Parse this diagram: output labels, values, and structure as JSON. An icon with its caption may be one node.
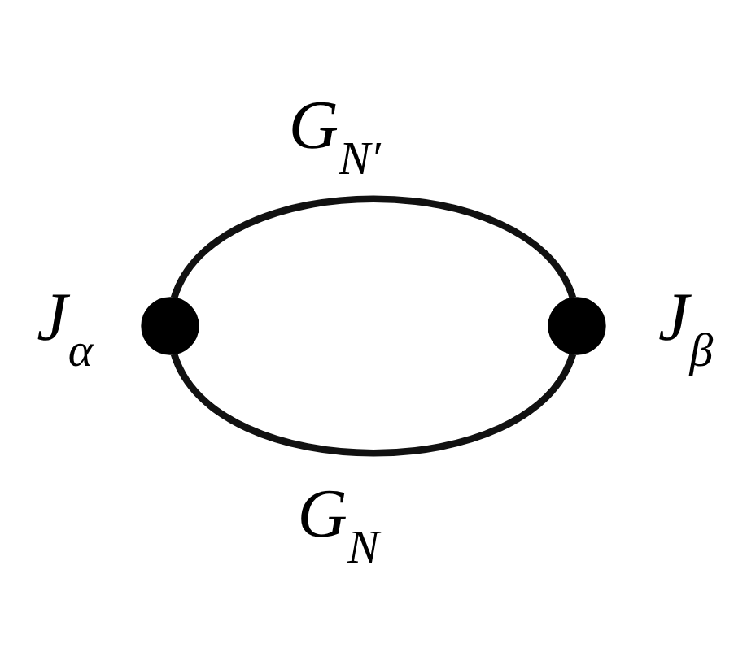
{
  "diagram": {
    "nodes": [
      {
        "text": [],
        "shape": "circle",
        "beside": [
          "J$_{α}$"
        ]
      },
      {
        "text": [],
        "shape": "circle",
        "beside": [
          "J$_{β}$"
        ]
      }
    ],
    "edges": [
      {
        "from": 0,
        "to": 1,
        "arrow": "none",
        "label": "G$_{N′}$"
      },
      {
        "from": 0,
        "to": 1,
        "arrow": "none",
        "label": "G$_{N}$"
      }
    ]
  }
}
